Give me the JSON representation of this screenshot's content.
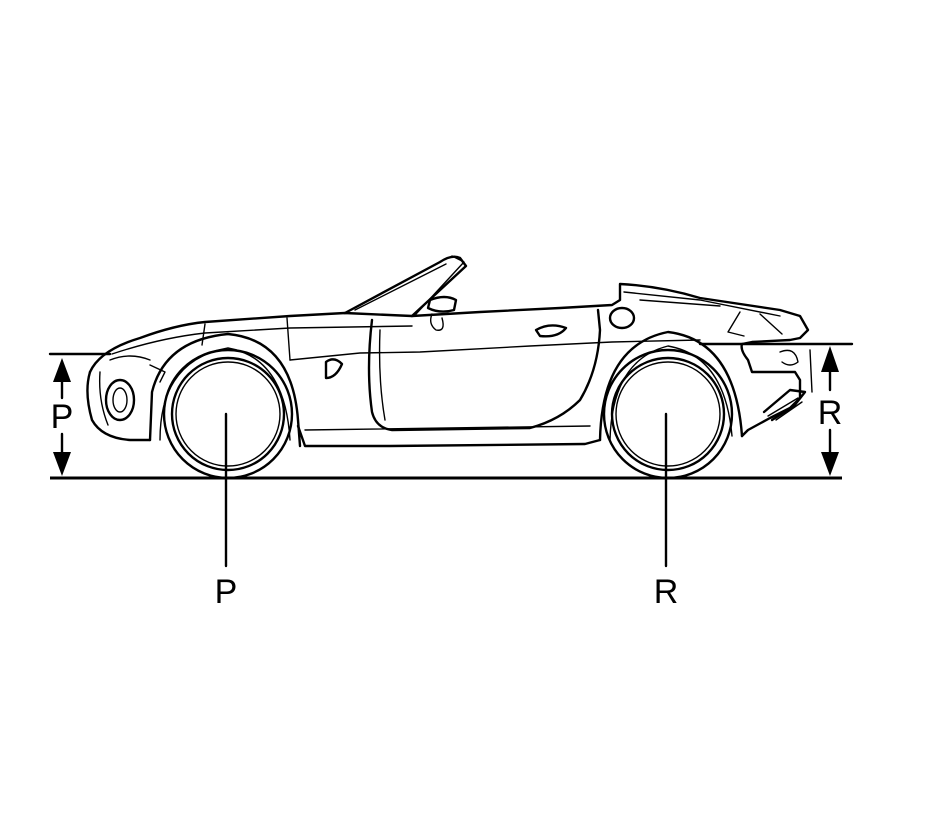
{
  "labels": {
    "front_dim": "P",
    "rear_dim": "R",
    "front_callout": "P",
    "rear_callout": "R"
  },
  "colors": {
    "stroke": "#000000",
    "background": "#ffffff"
  }
}
